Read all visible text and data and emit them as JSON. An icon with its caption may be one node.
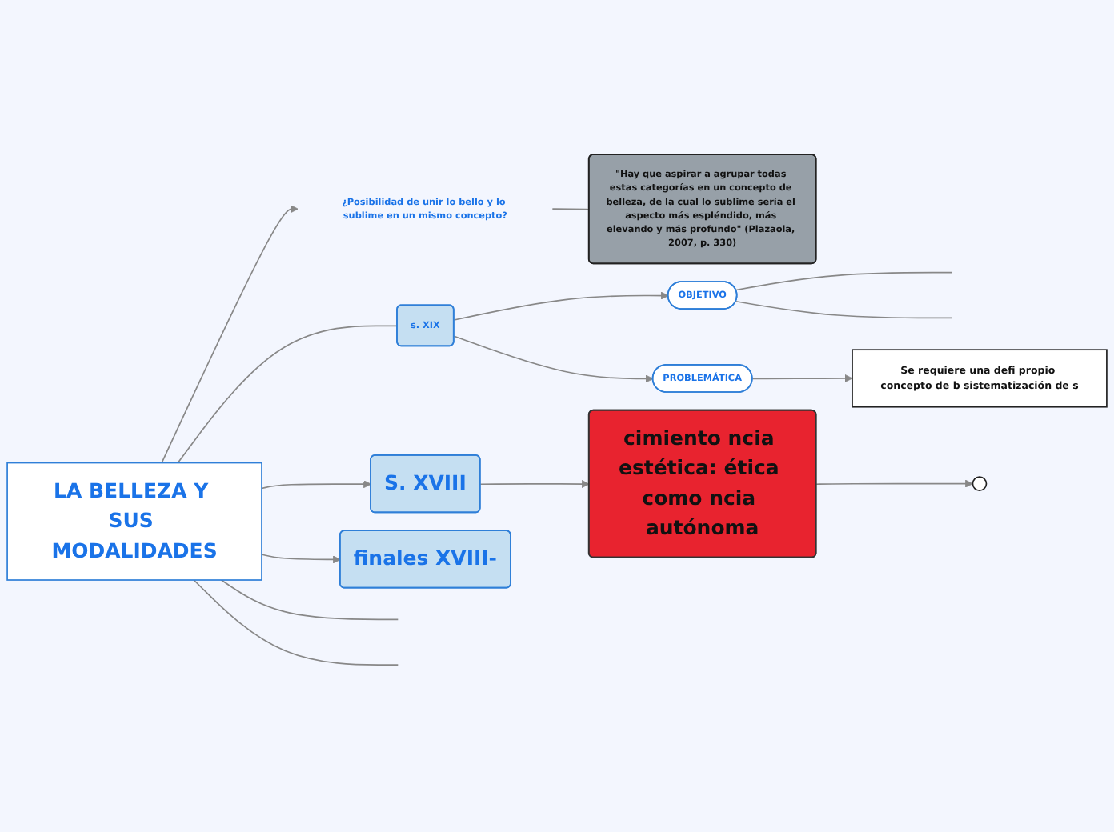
{
  "diagram": {
    "nodes": [
      {
        "text": [
          "LA BELLEZA Y SUS MODALIDADES"
        ]
      },
      {
        "text": [
          "¿Posibilidad de unir lo bello y lo sublime en un mismo concepto?"
        ]
      },
      {
        "text": [
          "\"Hay que aspirar a agrupar todas estas categorías en un concepto de belleza, de la cual lo sublime sería el aspecto más espléndido, más elevando y más profundo\" (Plazaola, 2007, p. 330)"
        ]
      },
      {
        "text": [
          "s. XIX"
        ]
      },
      {
        "text": [
          "OBJETIVO"
        ]
      },
      {
        "text": [
          "PROBLEMÁTICA"
        ]
      },
      {
        "text": [
          "Se requiere una defi propio concepto de b sistematización de s"
        ]
      },
      {
        "text": [
          "S. XVIII"
        ]
      },
      {
        "text": [
          "cimiento ncia estética: ética como ncia autónoma"
        ]
      },
      {
        "text": [],
        "shape": "circle"
      },
      {
        "text": [
          "finales XVIII-"
        ]
      }
    ],
    "edges": [
      {
        "from": 0,
        "to": 1,
        "arrow": "to"
      },
      {
        "from": 1,
        "to": 2,
        "arrow": "none"
      },
      {
        "from": 0,
        "to": 3,
        "arrow": "none"
      },
      {
        "from": 3,
        "to": 4,
        "arrow": "to"
      },
      {
        "from": 3,
        "to": 5,
        "arrow": "to"
      },
      {
        "from": 5,
        "to": 6,
        "arrow": "to"
      },
      {
        "from": 4,
        "to": null,
        "arrow": "none"
      },
      {
        "from": 4,
        "to": null,
        "arrow": "none"
      },
      {
        "from": 0,
        "to": 7,
        "arrow": "to"
      },
      {
        "from": 7,
        "to": 8,
        "arrow": "to"
      },
      {
        "from": 8,
        "to": 9,
        "arrow": "to"
      },
      {
        "from": 0,
        "to": 10,
        "arrow": "to"
      },
      {
        "from": 0,
        "to": null,
        "arrow": "none"
      },
      {
        "from": 0,
        "to": null,
        "arrow": "none"
      }
    ]
  }
}
